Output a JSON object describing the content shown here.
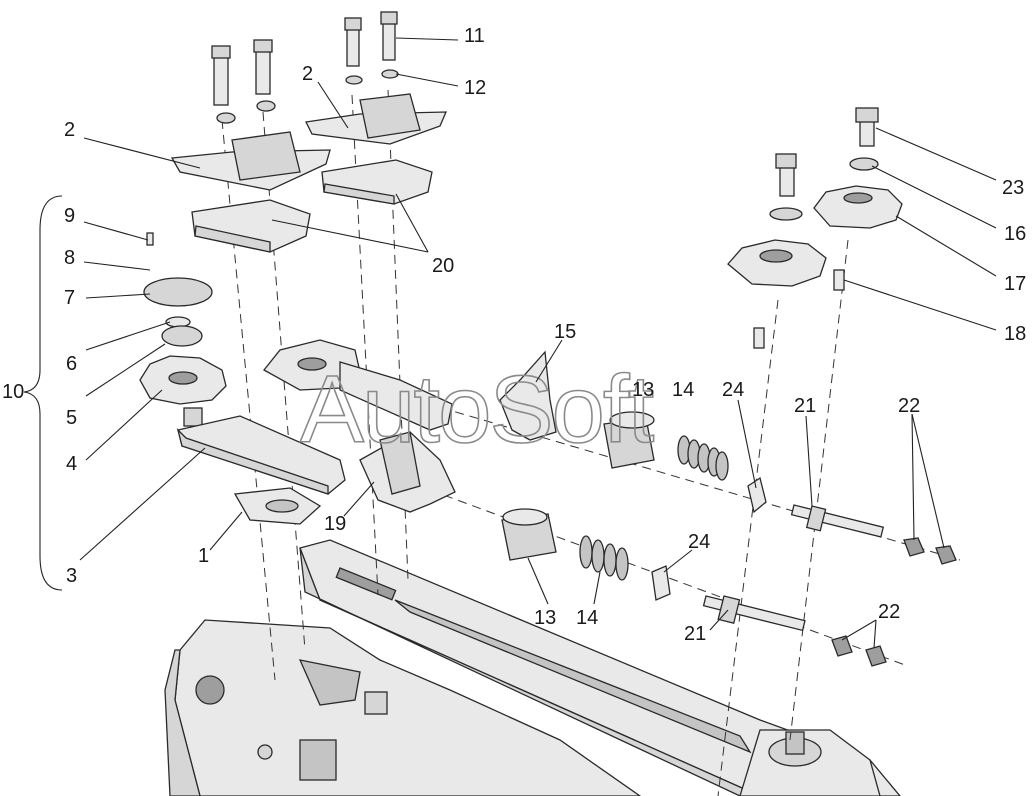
{
  "watermark": "AutoSoft",
  "callouts": [
    {
      "id": "c11",
      "label": "11"
    },
    {
      "id": "c12",
      "label": "12"
    },
    {
      "id": "c2a",
      "label": "2"
    },
    {
      "id": "c2b",
      "label": "2"
    },
    {
      "id": "c23",
      "label": "23"
    },
    {
      "id": "c16",
      "label": "16"
    },
    {
      "id": "c17",
      "label": "17"
    },
    {
      "id": "c18",
      "label": "18"
    },
    {
      "id": "c9",
      "label": "9"
    },
    {
      "id": "c8",
      "label": "8"
    },
    {
      "id": "c7",
      "label": "7"
    },
    {
      "id": "c6",
      "label": "6"
    },
    {
      "id": "c5",
      "label": "5"
    },
    {
      "id": "c4",
      "label": "4"
    },
    {
      "id": "c3",
      "label": "3"
    },
    {
      "id": "c10",
      "label": "10"
    },
    {
      "id": "c20",
      "label": "20"
    },
    {
      "id": "c15",
      "label": "15"
    },
    {
      "id": "c13a",
      "label": "13"
    },
    {
      "id": "c14a",
      "label": "14"
    },
    {
      "id": "c24a",
      "label": "24"
    },
    {
      "id": "c21a",
      "label": "21"
    },
    {
      "id": "c22a",
      "label": "22"
    },
    {
      "id": "c1",
      "label": "1"
    },
    {
      "id": "c19",
      "label": "19"
    },
    {
      "id": "c13b",
      "label": "13"
    },
    {
      "id": "c14b",
      "label": "14"
    },
    {
      "id": "c24b",
      "label": "24"
    },
    {
      "id": "c21b",
      "label": "21"
    },
    {
      "id": "c22b",
      "label": "22"
    }
  ]
}
